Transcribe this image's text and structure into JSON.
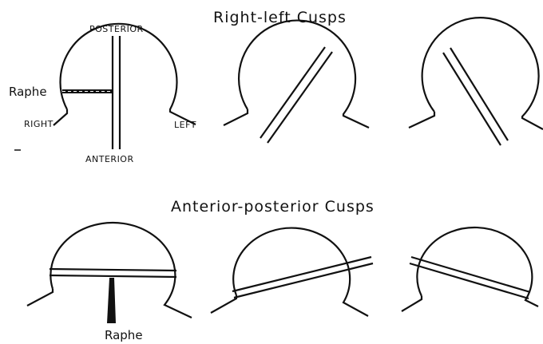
{
  "sections": [
    {
      "title": "Right-left Cusps"
    },
    {
      "title": "Anterior-posterior Cusps"
    }
  ],
  "labels": {
    "posterior": "POSTERIOR",
    "anterior": "ANTERIOR",
    "right": "RIGHT",
    "left": "LEFT",
    "raphe": "Raphe"
  }
}
